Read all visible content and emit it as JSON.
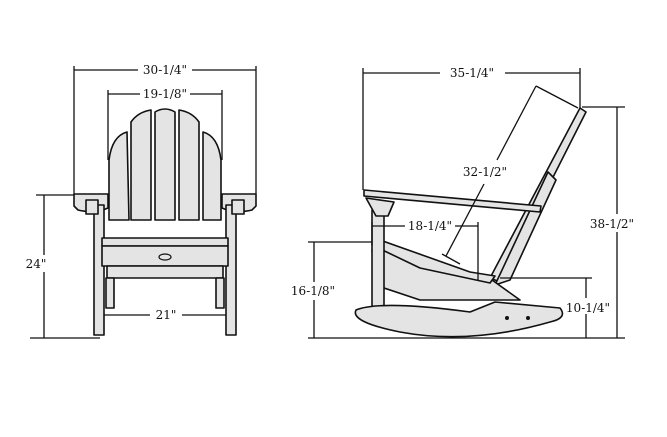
{
  "front_view": {
    "overall_width": "30-1/4\"",
    "back_width": "19-1/8\"",
    "arm_height": "24\"",
    "rocker_spacing": "21\""
  },
  "side_view": {
    "overall_depth": "35-1/4\"",
    "back_length": "32-1/2\"",
    "seat_depth": "18-1/4\"",
    "seat_front_height": "16-1/8\"",
    "seat_rear_height": "10-1/4\"",
    "overall_height": "38-1/2\""
  },
  "colors": {
    "fill": "#e4e4e4",
    "line": "#111111"
  }
}
